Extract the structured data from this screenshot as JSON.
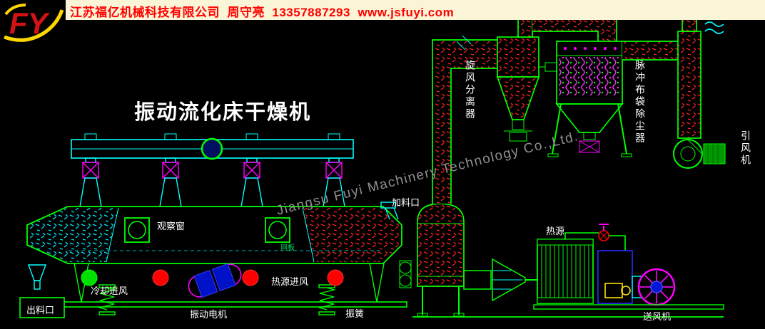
{
  "banner": {
    "company_line": "江苏福亿机械科技有限公司  周守亮  13357887293  www.jsfuyi.com",
    "logo_text": "FY"
  },
  "diagram": {
    "title": "振动流化床干燥机",
    "watermark": "Jiangsu Fuyi Machinery Technology Co.,Ltd.",
    "labels": {
      "feed_inlet": "加料口",
      "observation_window": "观察窗",
      "mesh_plate": "网板",
      "cooling_air_inlet": "冷却进风",
      "heat_air_inlet": "热源进风",
      "discharge_outlet": "出料口",
      "vibration_motor": "振动电机",
      "vibration_spring": "振簧",
      "cyclone_separator": "旋风分离器",
      "pulse_bag_dust_collector": "脉冲布袋除尘器",
      "induced_draft_fan": "引风机",
      "heat_source": "热源",
      "supply_fan": "送风机"
    },
    "colors": {
      "background": "#000000",
      "line_green": "#00FF00",
      "line_cyan": "#00FFFF",
      "line_red": "#FF0000",
      "line_magenta": "#FF00FF",
      "line_blue": "#2020E0",
      "line_yellow": "#FFE000",
      "banner_bg": "#FBF5D7",
      "banner_text": "#FF0000",
      "watermark_gray": "#8F8F8F",
      "title_white": "#FFFFFF"
    }
  }
}
